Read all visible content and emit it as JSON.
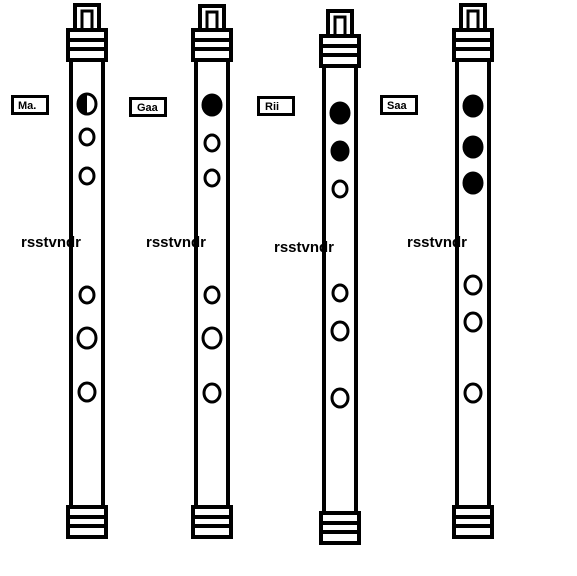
{
  "flutes": [
    {
      "note_label": "Ma.",
      "caption": "rsstvndr",
      "holes": [
        "half",
        "open",
        "open",
        "open",
        "open",
        "open"
      ]
    },
    {
      "note_label": "Gaa",
      "caption": "rsstvndr",
      "holes": [
        "closed",
        "open",
        "open",
        "open",
        "open",
        "open"
      ]
    },
    {
      "note_label": "Rii",
      "caption": "rsstvndr",
      "holes": [
        "closed",
        "closed",
        "open",
        "open",
        "open",
        "open"
      ]
    },
    {
      "note_label": "Saa",
      "caption": "rsstvndr",
      "holes": [
        "closed",
        "closed",
        "closed",
        "open",
        "open",
        "open"
      ]
    }
  ]
}
